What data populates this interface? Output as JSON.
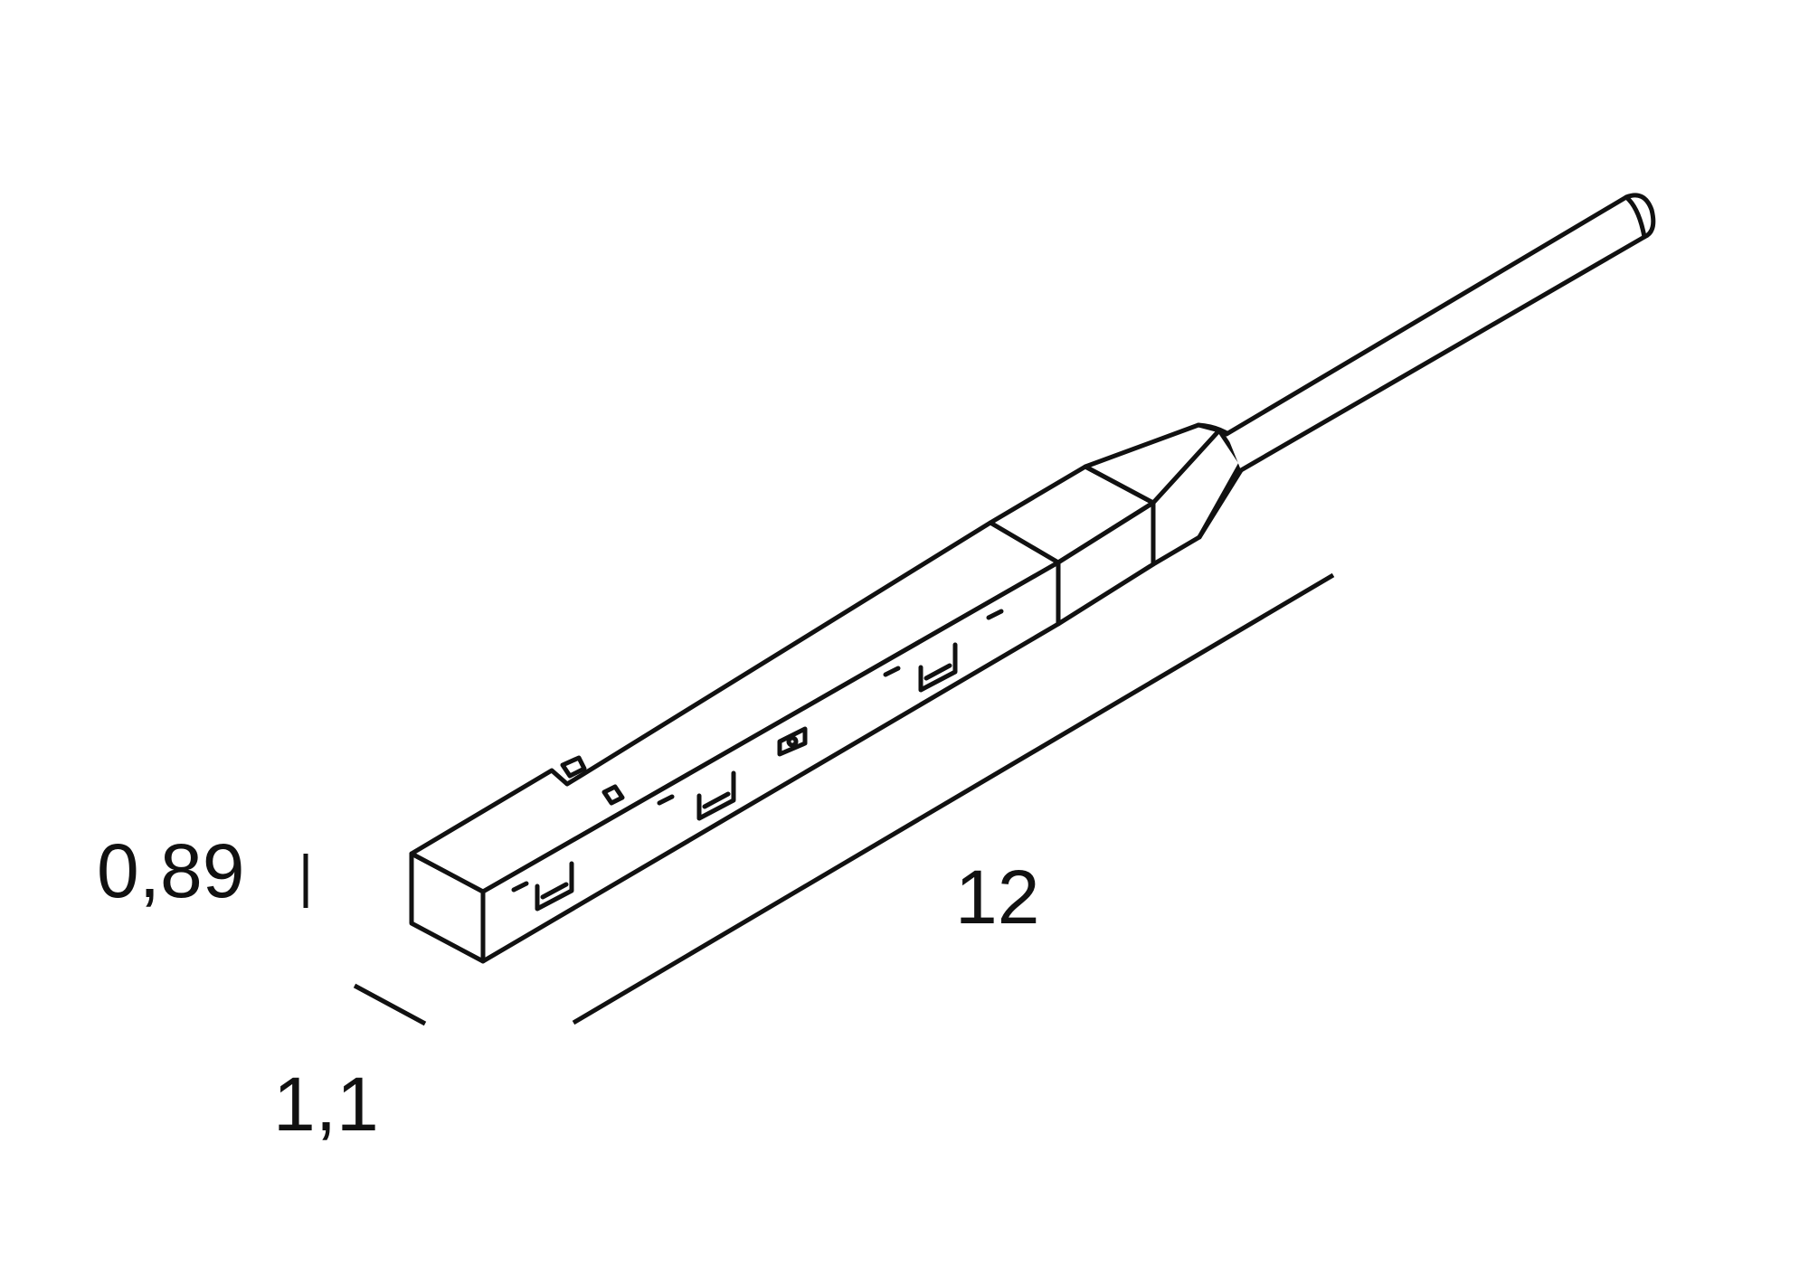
{
  "dimensions": {
    "height": "0,89",
    "width": "1,1",
    "length": "12"
  },
  "colors": {
    "line": "#111111",
    "background": "#ffffff"
  }
}
